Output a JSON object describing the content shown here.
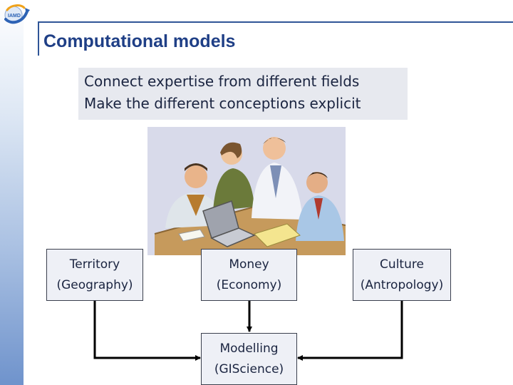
{
  "slide": {
    "title": "Computational models",
    "bullets": [
      "Connect expertise from different fields",
      "Make the different conceptions explicit"
    ]
  },
  "diagram": {
    "boxes": [
      {
        "line1": "Territory",
        "line2": "(Geography)"
      },
      {
        "line1": "Money",
        "line2": "(Economy)"
      },
      {
        "line1": "Culture",
        "line2": "(Antropology)"
      },
      {
        "line1": "Modelling",
        "line2": "(GIScience)"
      }
    ]
  },
  "colors": {
    "title": "#1f3f86",
    "accent": "#2f5597",
    "box_fill": "#eef0f6",
    "box_border": "#3a3f4d"
  },
  "icons": {
    "logo": "globe-swirl-logo",
    "picture": "team-meeting-clipart"
  }
}
